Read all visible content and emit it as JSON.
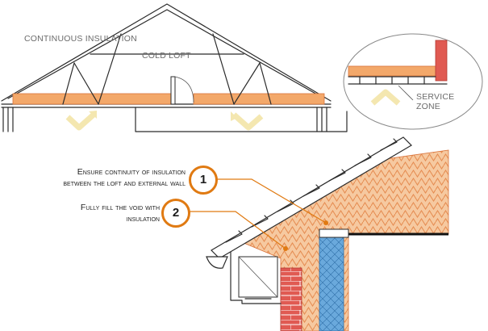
{
  "labels": {
    "continuous_insulation": "CONTINUOUS INSULATION",
    "cold_loft": "COLD LOFT",
    "service_zone": "SERVICE ZONE"
  },
  "notes": [
    {
      "number": "1",
      "line1": "Ensure continuity of insulation",
      "line2": "between the loft and external wall"
    },
    {
      "number": "2",
      "line1": "Fully fill the void with",
      "line2": "insulation"
    }
  ],
  "colors": {
    "insulation": "#f3a86a",
    "insulation_dark": "#d9733a",
    "brick": "#e05a52",
    "block": "#6aa9dc",
    "callout": "#e07a12",
    "arrow": "#f4e7b0"
  }
}
